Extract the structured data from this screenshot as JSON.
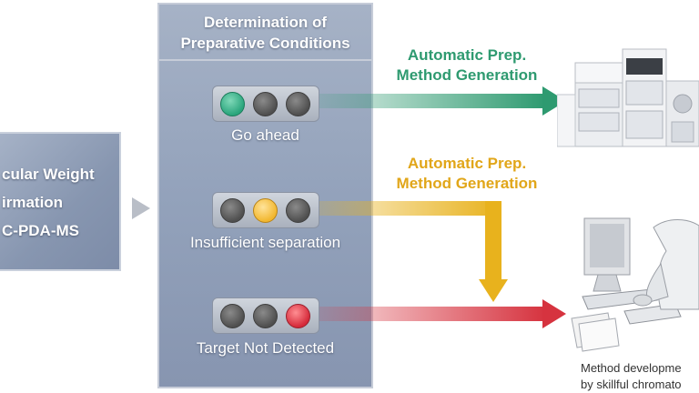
{
  "left_box": {
    "lines": [
      "cular Weight",
      "irmation",
      "C-PDA-MS"
    ]
  },
  "panel": {
    "title_line1": "Determination of",
    "title_line2": "Preparative Conditions"
  },
  "statuses": [
    {
      "label": "Go ahead",
      "active_light": "green"
    },
    {
      "label": "Insufficient separation",
      "active_light": "yellow"
    },
    {
      "label": "Target Not Detected",
      "active_light": "red"
    }
  ],
  "captions": [
    {
      "line1": "Automatic Prep.",
      "line2": "Method Generation",
      "color": "#2e9a70"
    },
    {
      "line1": "Automatic Prep.",
      "line2": "Method Generation",
      "color": "#e1a619"
    }
  ],
  "note": {
    "line1": "Method developme",
    "line2": "by skillful chromato"
  },
  "colors": {
    "green": "#2e9a70",
    "yellow": "#e8b21d",
    "red": "#d6333f"
  }
}
